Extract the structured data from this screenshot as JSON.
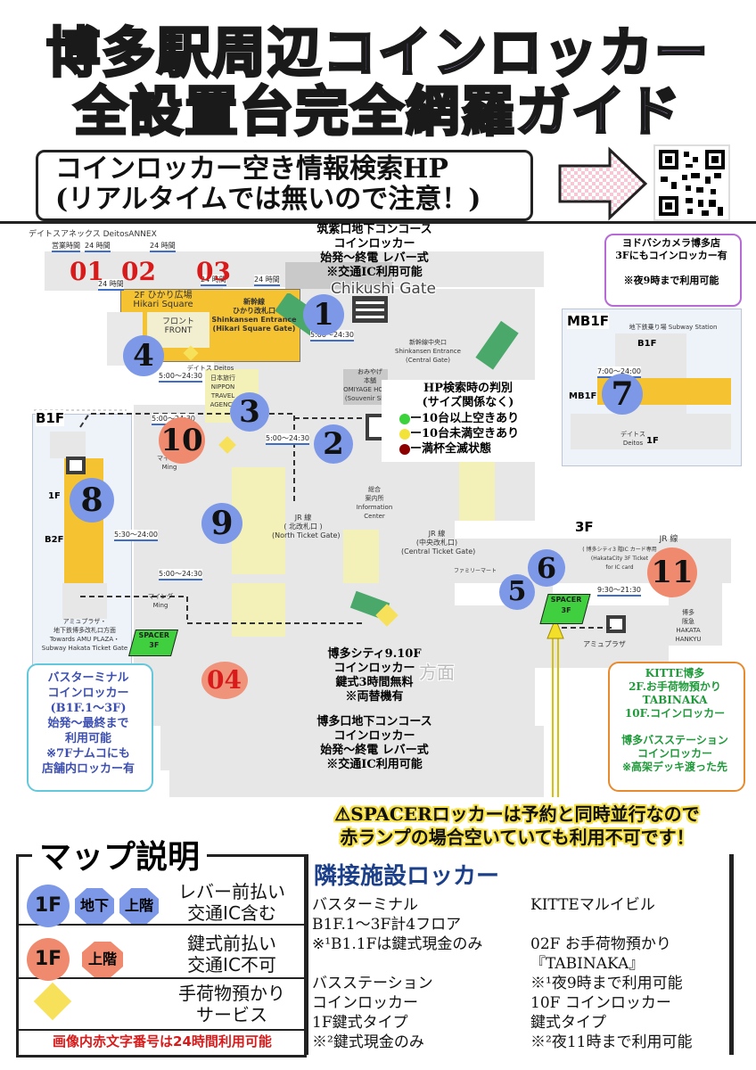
{
  "title": {
    "line1": "博多駅周辺コインロッカー",
    "line2": "全設置台完全網羅ガイド"
  },
  "search_hp": {
    "line1": "コインロッカー空き情報検索HP",
    "line2": "(リアルタイムでは無いので注意！)"
  },
  "map": {
    "areas": {
      "deitos_annex": "デイトスアネックス DeitosANNEX",
      "chikushi_gate": "Chikushi Gate",
      "hikari_square": "2F ひかり広場\nHikari Square",
      "front": "フロント\nFRONT",
      "shinkansen_hikari": "新幹線\nひかり改札口\nShinkansen Entrance\n(Hikari Square Gate)",
      "shinkansen_central": "新幹線中央口\nShinkansen Entrance\n(Central Gate)",
      "omiyage": "おみやげ\n本舗\nOMIYAGE HONPO\n(Souvenir Shop)",
      "nihon_ryoko": "日本旅行\nNIPPON\nTRAVEL\nAGENCY",
      "information": "総合\n案内所\nInformation\nCenter",
      "jr_north": "JR 線\n( 北改札口 )\n(North Ticket Gate)",
      "jr_central": "JR 線\n(中央改札口)\n(Central Ticket Gate)",
      "ming1": "マイング\nMing",
      "ming2": "マイング\nMing",
      "amu_plaza": "アミュプラザ・\n地下鉄博多改札口方面\nTowards AMU PLAZA・\nSubway Hakata Ticket Gate",
      "amu_plaza_3f": "アミュプラザ",
      "hakata_hankyu": "博多\n阪急\nHAKATA\nHANKYU",
      "jr_3f": "JR 線",
      "hakata_city_3f": "( 博多シティ3 階IC カード専用\n(HakataCity 3F Ticket\nfor IC card",
      "familymart": "ファミリーマート",
      "deitos": "デイトス Deitos",
      "spacer": "SPACER\n3F",
      "spacer2": "SPACER\n3F"
    },
    "hours": [
      "24 時間",
      "24 時間",
      "5:00〜24:30",
      "5:00〜24:30",
      "5:00〜24:30",
      "5:30〜24:00",
      "5:00〜24:30",
      "5:00〜24:30",
      "7:00〜24:00",
      "9:30〜21:30",
      "24 時間",
      "24 時間",
      "24 時間"
    ],
    "hours_label": "営業時間",
    "locker_blue": [
      "1",
      "2",
      "3",
      "4",
      "5",
      "6",
      "7",
      "8",
      "9"
    ],
    "locker_red": [
      "10",
      "11"
    ],
    "locker_red_text": [
      "01",
      "02",
      "03",
      "04"
    ],
    "callouts": {
      "chikushi_top": "筑紫口地下コンコース\nコインロッカー\n始発〜終電 レバー式\n※交通IC利用可能",
      "hakata_bottom": "博多口地下コンコース\nコインロッカー\n始発〜終電 レバー式\n※交通IC利用可能",
      "hakata_city": "博多シティ9.10F\nコインロッカー\n鍵式3時間無料\n※両替機有",
      "yodobashi": "ヨドバシカメラ博多店\n3Fにもコインロッカー有\n\n※夜9時まで利用可能",
      "bus_terminal": "バスターミナル\nコインロッカー\n(B1F.1〜3F)\n始発〜最終まで\n利用可能\n※7Fナムコにも\n店舗内ロッカー有",
      "kitte": "KITTE博多\n2F.お手荷物預かり\nTABINAKA\n10F.コインロッカー\n\n博多バスステーション\nコインロッカー\n※高架デッキ渡った先"
    },
    "hp_judge": {
      "title": "HP検索時の判別",
      "subtitle": "(サイズ関係なく)",
      "items": [
        "ー10台以上空きあり",
        "ー10台未満空きあり",
        "ー満杯全滅状態"
      ]
    },
    "floors": {
      "b1f": "B1F",
      "mb1f": "MB1F",
      "f3": "3F",
      "f1": "1F",
      "b2f": "B2F",
      "b1f_small": "B1F",
      "mb1f_small": "MB1F",
      "f1_small": "1F"
    },
    "subway_station": "地下鉄乗り場 Subway Station",
    "mb1f_deitos": "デイトス\nDeitos",
    "hakata_direction": "方面"
  },
  "warning": {
    "line1": "⚠SPACERロッカーは予約と同時並行なので",
    "line2": "赤ランプの場合空いていても利用不可です！"
  },
  "legend": {
    "title": "マップ説明",
    "badge_1f": "1F",
    "badge_chika": "地下",
    "badge_joukai": "上階",
    "lever": "レバー前払い\n交通IC含む",
    "badge_1f_red": "1F",
    "badge_joukai_red": "上階",
    "key": "鍵式前払い\n交通IC不可",
    "baggage": "手荷物預かり\nサービス",
    "footer": "画像内赤文字番号は24時間利用可能"
  },
  "adjacent": {
    "title": "隣接施設ロッカー",
    "left": [
      "バスターミナル",
      "B1F.1〜3F計4フロア",
      "※¹B1.1Fは鍵式現金のみ",
      "",
      "バスステーション",
      "コインロッカー",
      "1F鍵式タイプ",
      "※²鍵式現金のみ"
    ],
    "right": [
      "KITTEマルイビル",
      "",
      "02F お手荷物預かり",
      "『TABINAKA』",
      "※¹夜9時まで利用可能",
      "10F コインロッカー",
      "鍵式タイプ",
      "※²夜11時まで利用可能"
    ]
  },
  "colors": {
    "title_fill": "#c9a6ee",
    "locker_blue": "#7d98e6",
    "locker_red": "#f08a6e",
    "yellow_area": "#f5c232",
    "warning_bg": "#f7e24a",
    "green": "#3bd23b",
    "yellow_dot": "#f3e23a",
    "dark_red": "#8c0000"
  }
}
